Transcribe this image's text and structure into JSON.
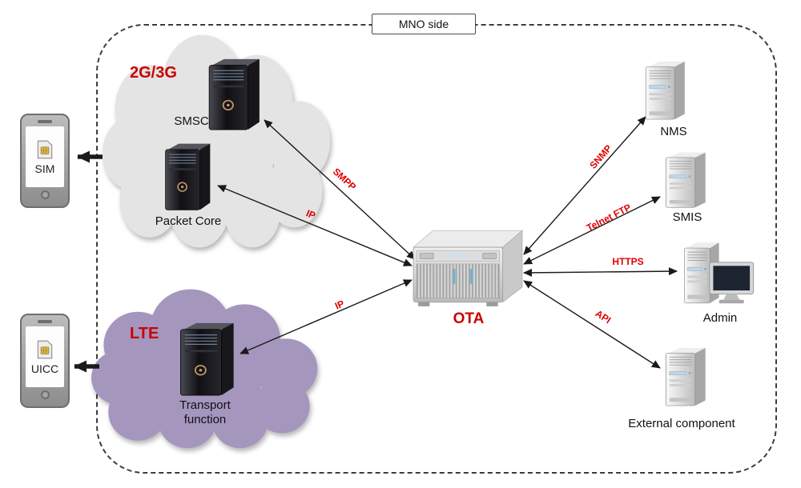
{
  "boundary": {
    "label": "MNO side"
  },
  "devices": {
    "sim": {
      "label": "SIM"
    },
    "uicc": {
      "label": "UICC"
    }
  },
  "clouds": {
    "g23": {
      "label": "2G/3G"
    },
    "lte": {
      "label": "LTE"
    }
  },
  "nodes": {
    "smsc": {
      "label": "SMSC"
    },
    "packet_core": {
      "label": "Packet Core"
    },
    "transport": {
      "label": "Transport function"
    },
    "ota": {
      "label": "OTA"
    },
    "nms": {
      "label": "NMS"
    },
    "smis": {
      "label": "SMIS"
    },
    "admin": {
      "label": "Admin"
    },
    "external": {
      "label": "External component"
    }
  },
  "links": {
    "smpp": {
      "label": "SMPP"
    },
    "ip_packet_core": {
      "label": "IP"
    },
    "ip_transport": {
      "label": "IP"
    },
    "snmp": {
      "label": "SNMP"
    },
    "telnet_ftp": {
      "label": "Telnet FTP"
    },
    "https": {
      "label": "HTTPS"
    },
    "api": {
      "label": "API"
    }
  },
  "colors": {
    "protocol_label": "#e00000",
    "heading_red": "#c90000",
    "cloud_2g3g": "#e4e4e4",
    "cloud_lte": "#a596be",
    "arrow": "#1a1a1a"
  }
}
